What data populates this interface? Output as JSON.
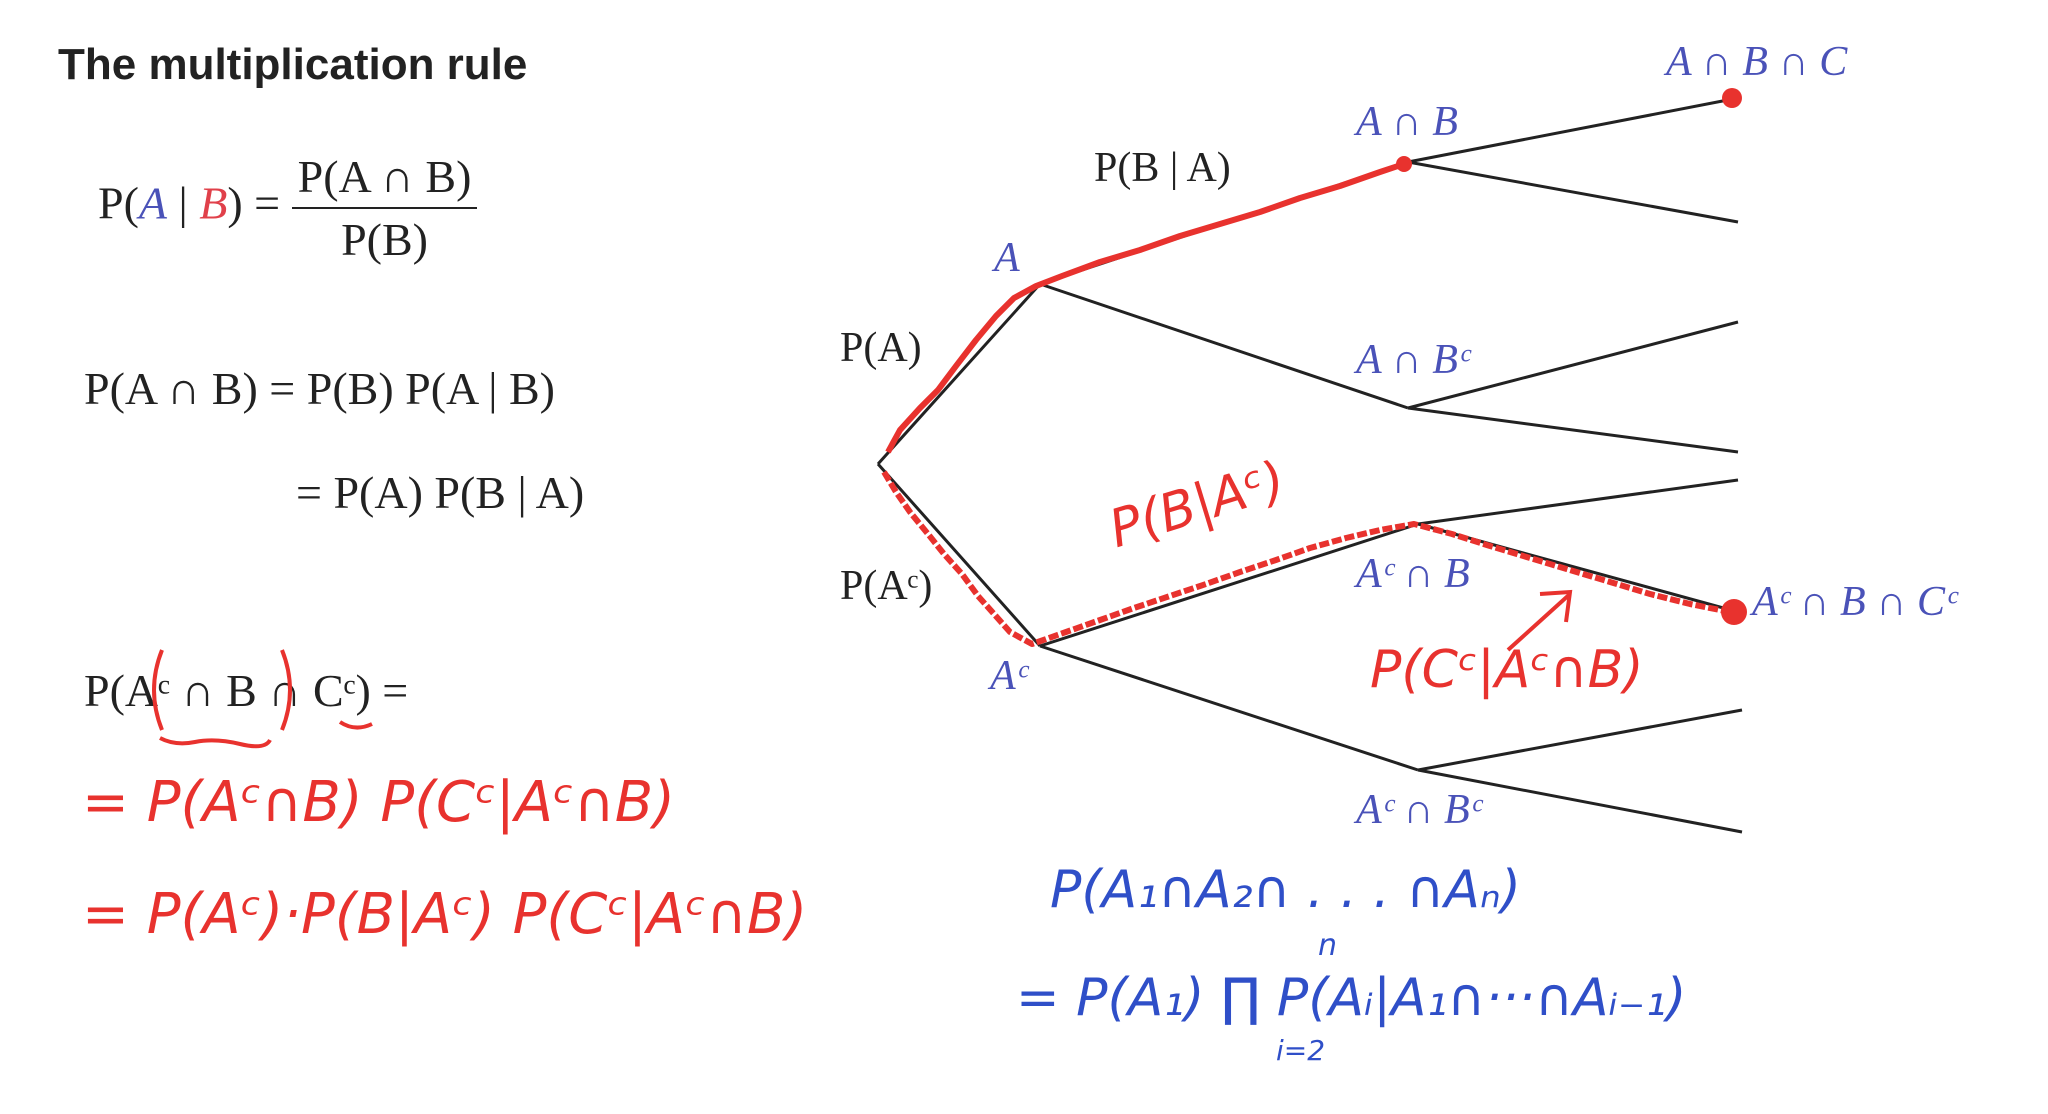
{
  "title": "The multiplication rule",
  "formulas": {
    "cond_lhs_P": "P(",
    "cond_lhs_A": "A",
    "cond_lhs_bar": " | ",
    "cond_lhs_B": "B",
    "cond_lhs_close": ") =",
    "cond_num": "P(A ∩ B)",
    "cond_den": "P(B)",
    "mult1": "P(A ∩ B) = P(B) P(A | B)",
    "mult2": "= P(A) P(B | A)",
    "triple": "P(Aᶜ ∩ B ∩ Cᶜ) ="
  },
  "handwritten_red": {
    "line1": "= P(Aᶜ∩B) P(Cᶜ|Aᶜ∩B)",
    "line2": "= P(Aᶜ)·P(B|Aᶜ) P(Cᶜ|Aᶜ∩B)",
    "branch_label": "P(B|Aᶜ)",
    "leaf_label": "P(Cᶜ|Aᶜ∩B)"
  },
  "handwritten_blue": {
    "line1": "P(A₁∩A₂∩ . . . ∩Aₙ)",
    "line2": "= P(A₁) ∏ P(Aᵢ|A₁∩···∩Aᵢ₋₁)",
    "prod_upper": "n",
    "prod_lower": "i=2"
  },
  "tree_labels": {
    "A": "A",
    "Ac": "Aᶜ",
    "PA": "P(A)",
    "PAc": "P(Aᶜ)",
    "PBgA": "P(B | A)",
    "AB": "A ∩ B",
    "ABc": "A ∩ Bᶜ",
    "AcB": "Aᶜ ∩ B",
    "AcBc": "Aᶜ ∩ Bᶜ",
    "ABC": "A ∩ B ∩ C",
    "AcBCc": "Aᶜ ∩ B ∩ Cᶜ"
  },
  "colors": {
    "event_A": "#4a52b8",
    "event_B": "#e0404a",
    "event_C": "#c03aa0",
    "annotation_red": "#e8322e",
    "annotation_blue": "#2f4fc8"
  }
}
